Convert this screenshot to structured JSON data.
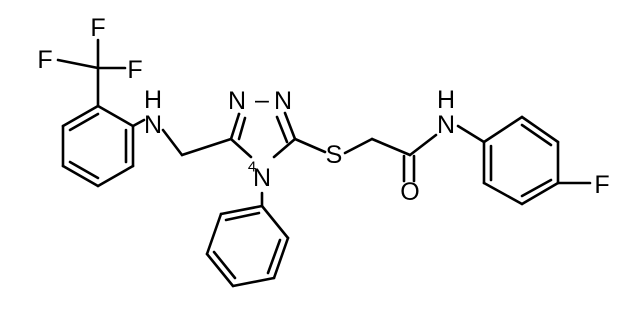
{
  "atoms": {
    "f_top": "F",
    "f_left": "F",
    "f_right": "F",
    "h_upper": "H",
    "n_amine": "N",
    "n_left": "N",
    "n_right": "N",
    "n_dash": "–",
    "n_ring4": "N",
    "n_ring4_num": "4",
    "s_thio": "S",
    "h_amide": "H",
    "n_amide": "N",
    "o_carbonyl": "O",
    "f_para": "F"
  },
  "colors": {
    "bond": "#000000",
    "label": "#000000",
    "background": "#ffffff"
  }
}
